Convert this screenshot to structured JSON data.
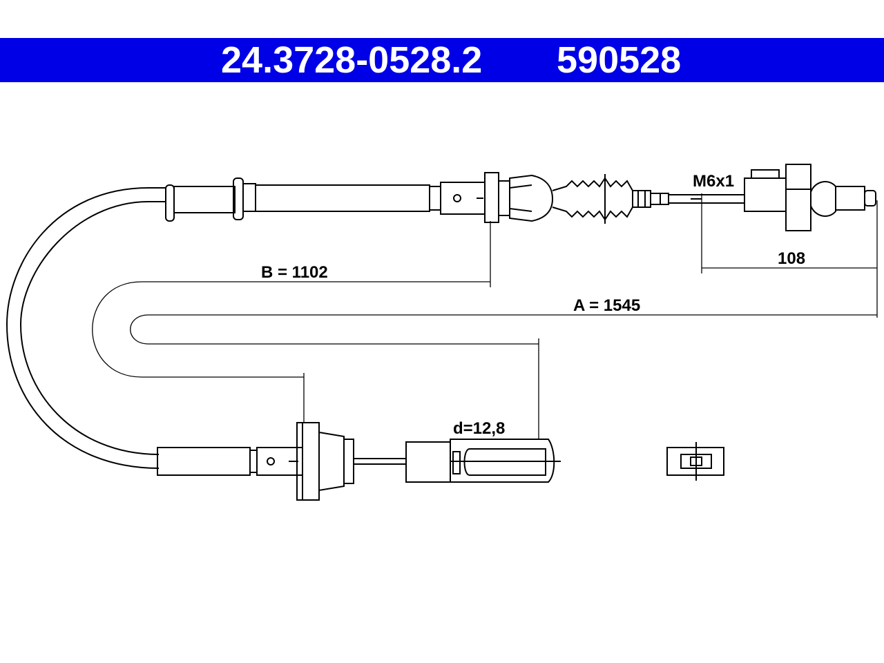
{
  "header": {
    "part_number": "24.3728-0528.2",
    "ref_number": "590528",
    "background_color": "#0000e6",
    "text_color": "#ffffff"
  },
  "dimensions": {
    "thread": "M6x1",
    "end_length": "108",
    "b_length": "B = 1102",
    "a_length": "A = 1545",
    "diameter": "d=12,8"
  }
}
